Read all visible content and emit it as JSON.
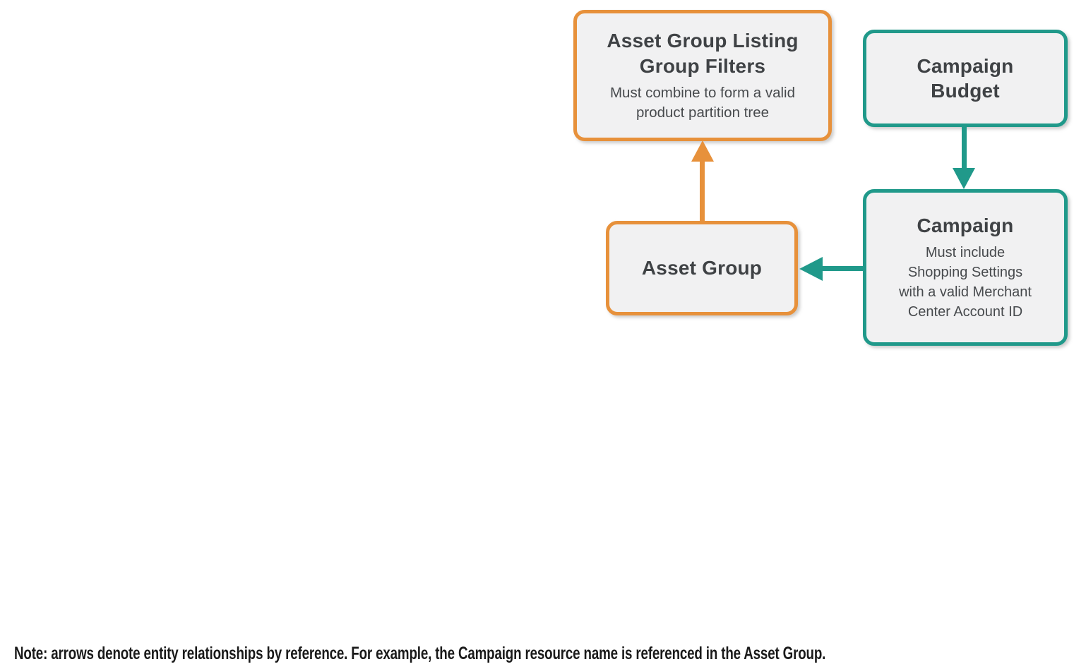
{
  "colors": {
    "orange": "#E7913B",
    "teal": "#20998A",
    "box_fill": "#F1F1F2",
    "title_text": "#3F4245",
    "note_text": "#1A1A1A"
  },
  "nodes": {
    "listing_filters": {
      "title": "Asset Group Listing\nGroup Filters",
      "subtitle": "Must combine to form a valid\nproduct partition tree"
    },
    "campaign_budget": {
      "title": "Campaign\nBudget"
    },
    "asset_group": {
      "title": "Asset Group"
    },
    "campaign": {
      "title": "Campaign",
      "subtitle": "Must include\nShopping Settings\nwith a valid Merchant\nCenter Account ID"
    }
  },
  "arrows": [
    {
      "from": "asset_group",
      "to": "listing_filters",
      "color": "#E7913B",
      "direction": "up"
    },
    {
      "from": "campaign_budget",
      "to": "campaign",
      "color": "#20998A",
      "direction": "down"
    },
    {
      "from": "campaign",
      "to": "asset_group",
      "color": "#20998A",
      "direction": "left"
    }
  ],
  "note": "Note: arrows denote entity relationships by reference. For example, the Campaign resource name is referenced in the Asset Group."
}
